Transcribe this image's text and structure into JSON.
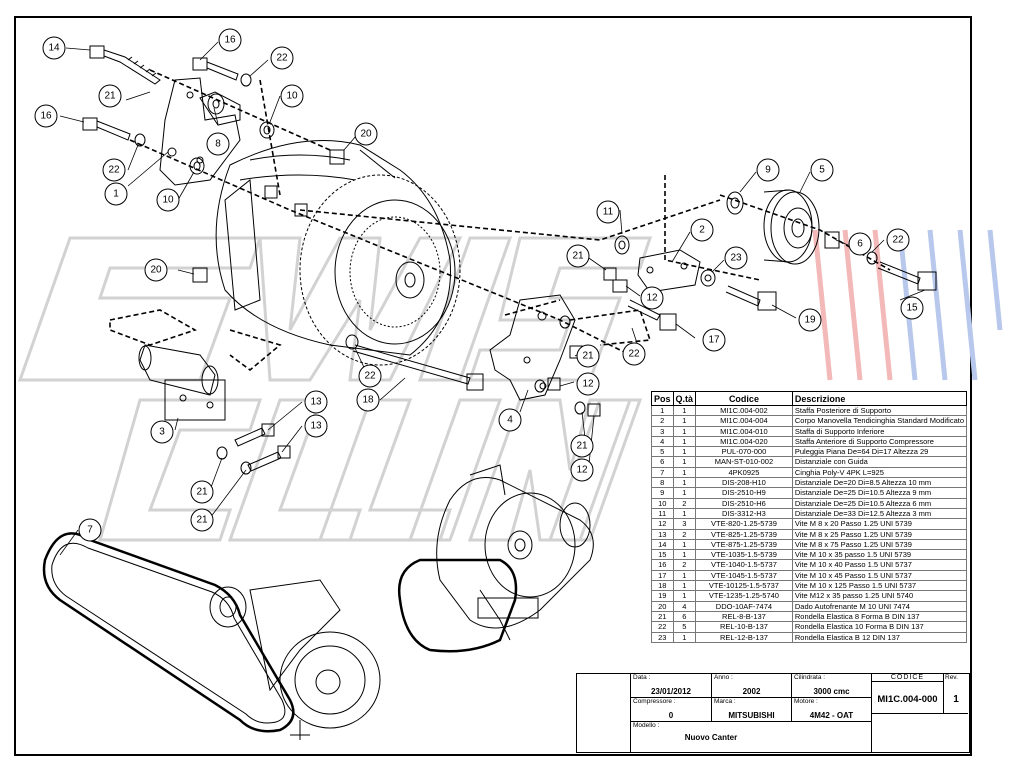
{
  "callouts": [
    "1",
    "2",
    "3",
    "4",
    "5",
    "6",
    "7",
    "8",
    "9",
    "10",
    "11",
    "12",
    "13",
    "14",
    "15",
    "16",
    "17",
    "18",
    "19",
    "20",
    "21",
    "22",
    "23"
  ],
  "table": {
    "headers": {
      "pos": "Pos",
      "qty": "Q.tà",
      "code": "Codice",
      "desc": "Descrizione"
    },
    "rows": [
      {
        "pos": "1",
        "qty": "1",
        "code": "MI1C.004-002",
        "desc": "Staffa Posteriore di Supporto"
      },
      {
        "pos": "2",
        "qty": "1",
        "code": "MI1C.004-004",
        "desc": "Corpo Manovella Tendicinghia Standard Modificato"
      },
      {
        "pos": "3",
        "qty": "1",
        "code": "MI1C.004-010",
        "desc": "Staffa di Supporto Inferiore"
      },
      {
        "pos": "4",
        "qty": "1",
        "code": "MI1C.004-020",
        "desc": "Staffa Anteriore di Supporto Compressore"
      },
      {
        "pos": "5",
        "qty": "1",
        "code": "PUL-070-000",
        "desc": "Puleggia Piana De=64 Di=17 Altezza 29"
      },
      {
        "pos": "6",
        "qty": "1",
        "code": "MAN-ST-010-002",
        "desc": "Distanziale con Guida"
      },
      {
        "pos": "7",
        "qty": "1",
        "code": "4PK0925",
        "desc": "Cinghia Poly-V 4PK L=925"
      },
      {
        "pos": "8",
        "qty": "1",
        "code": "DIS-208-H10",
        "desc": "Distanziale De=20 Di=8.5 Altezza 10 mm"
      },
      {
        "pos": "9",
        "qty": "1",
        "code": "DIS-2510-H9",
        "desc": "Distanziale De=25 Di=10.5 Altezza 9 mm"
      },
      {
        "pos": "10",
        "qty": "2",
        "code": "DIS-2510-H6",
        "desc": "Distanziale De=25 Di=10.5 Altezza 6 mm"
      },
      {
        "pos": "11",
        "qty": "1",
        "code": "DIS-3312-H3",
        "desc": "Distanziale De=33 Di=12.5 Altezza 3 mm"
      },
      {
        "pos": "12",
        "qty": "3",
        "code": "VTE-820-1.25-5739",
        "desc": "Vite M 8 x 20 Passo 1.25 UNI 5739"
      },
      {
        "pos": "13",
        "qty": "2",
        "code": "VTE-825-1.25-5739",
        "desc": "Vite M 8 x 25 Passo 1.25 UNI 5739"
      },
      {
        "pos": "14",
        "qty": "1",
        "code": "VTE-875-1.25-5739",
        "desc": "Vite M 8 x 75 Passo 1.25 UNI 5739"
      },
      {
        "pos": "15",
        "qty": "1",
        "code": "VTE-1035-1.5-5739",
        "desc": "Vite M 10 x 35 passo 1.5 UNI 5739"
      },
      {
        "pos": "16",
        "qty": "2",
        "code": "VTE-1040-1.5-5737",
        "desc": "Vite M 10 x 40 Passo 1.5 UNI 5737"
      },
      {
        "pos": "17",
        "qty": "1",
        "code": "VTE-1045-1.5-5737",
        "desc": "Vite M 10 x 45 Passo 1.5 UNI 5737"
      },
      {
        "pos": "18",
        "qty": "1",
        "code": "VTE-10125-1.5-5737",
        "desc": "Vite M 10 x 125 Passo 1.5 UNI 5737"
      },
      {
        "pos": "19",
        "qty": "1",
        "code": "VTE-1235-1.25-5740",
        "desc": "Vite M12 x 35 passo 1.25 UNI 5740"
      },
      {
        "pos": "20",
        "qty": "4",
        "code": "DDO-10AF-7474",
        "desc": "Dado Autofrenante M 10 UNI 7474"
      },
      {
        "pos": "21",
        "qty": "6",
        "code": "REL-8-B-137",
        "desc": "Rondella Elastica 8 Forma B DIN 137"
      },
      {
        "pos": "22",
        "qty": "5",
        "code": "REL-10-B-137",
        "desc": "Rondella Elastica 10 Forma B DIN 137"
      },
      {
        "pos": "23",
        "qty": "1",
        "code": "REL-12-B-137",
        "desc": "Rondella Elastica B 12 DIN 137"
      }
    ]
  },
  "title_block": {
    "data_label": "Data :",
    "data_value": "23/01/2012",
    "anno_label": "Anno :",
    "anno_value": "2002",
    "cilindrata_label": "Cilindrata :",
    "cilindrata_value": "3000 cmc",
    "codice_label": "CODICE",
    "codice_value": "MI1C.004-000",
    "rev_label": "Rev.",
    "rev_value": "1",
    "compressore_label": "Compressore :",
    "compressore_value": "0",
    "marca_label": "Marca :",
    "marca_value": "MITSUBISHI",
    "motore_label": "Motore :",
    "motore_value": "4M42 - OAT",
    "modello_label": "Modello :",
    "modello_value": "Nuovo Canter"
  },
  "colors": {
    "line": "#000000",
    "watermark_gray": "#d8d8d8",
    "watermark_red": "#f3b8b8",
    "watermark_blue": "#b8c8ec"
  }
}
